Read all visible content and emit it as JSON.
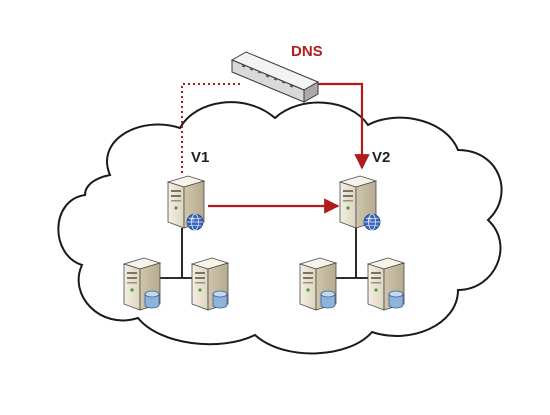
{
  "labels": {
    "dns": "DNS",
    "v1": "V1",
    "v2": "V2"
  },
  "colors": {
    "link_red": "#b01c1c",
    "label_red": "#b31d1d",
    "label_dark": "#222222",
    "cloud_stroke": "#1a1a1a",
    "server_body": "#e9e3d3",
    "server_shade": "#c8bea3",
    "database": "#8fb4dc",
    "globe": "#3a63b8"
  },
  "icons": {
    "dns": "network-switch-icon",
    "server": "server-tower-icon",
    "database": "database-cylinder-icon",
    "web": "globe-icon"
  }
}
